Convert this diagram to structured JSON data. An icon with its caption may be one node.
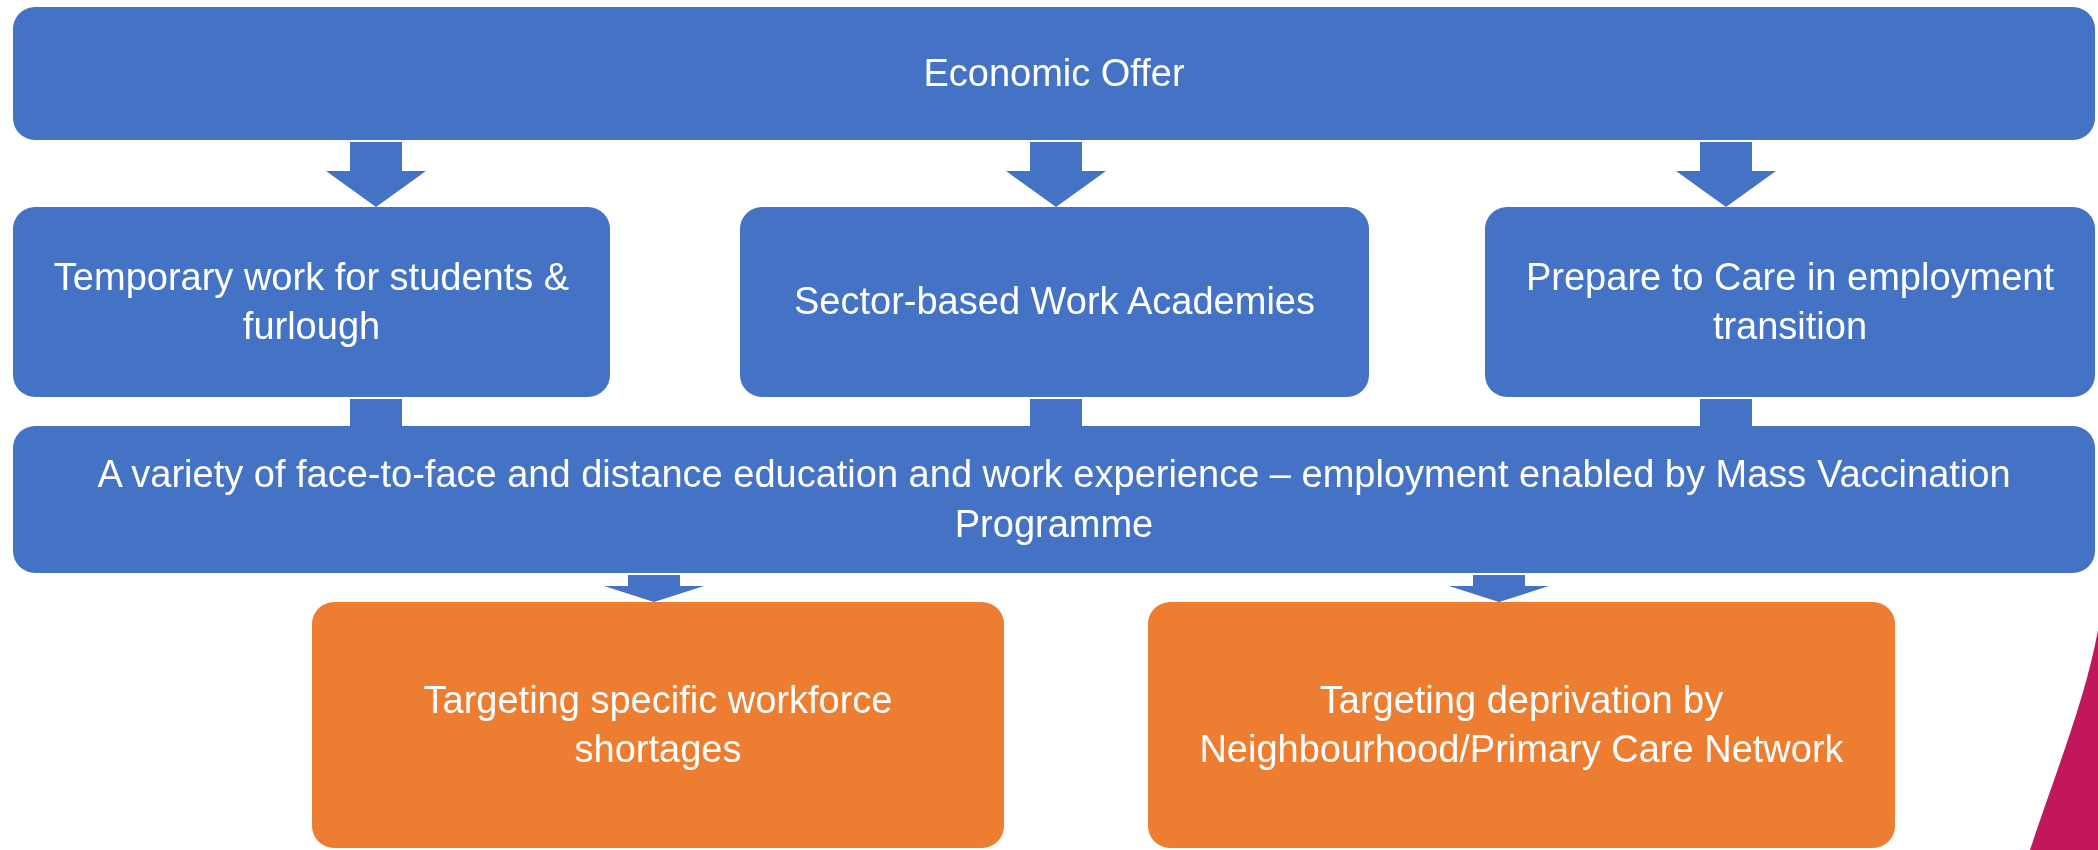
{
  "diagram": {
    "nodes": [
      {
        "text": [
          "Economic Offer"
        ]
      },
      {
        "text": [
          "Temporary work for students & furlough"
        ]
      },
      {
        "text": [
          "Sector-based Work Academies"
        ]
      },
      {
        "text": [
          "Prepare to Care in employment transition"
        ]
      },
      {
        "text": [
          "A variety of face-to-face and distance education and work experience – employment enabled by Mass Vaccination Programme"
        ]
      },
      {
        "text": [
          "Targeting specific workforce shortages"
        ]
      },
      {
        "text": [
          "Targeting deprivation by Neighbourhood/Primary Care Network"
        ]
      }
    ],
    "edges": [
      {
        "from": 0,
        "to": 1,
        "arrow": "to"
      },
      {
        "from": 0,
        "to": 2,
        "arrow": "to"
      },
      {
        "from": 0,
        "to": 3,
        "arrow": "to"
      },
      {
        "from": 1,
        "to": 4,
        "arrow": "none"
      },
      {
        "from": 2,
        "to": 4,
        "arrow": "none"
      },
      {
        "from": 3,
        "to": 4,
        "arrow": "none"
      },
      {
        "from": 4,
        "to": 5,
        "arrow": "to"
      },
      {
        "from": 4,
        "to": 6,
        "arrow": "to"
      }
    ]
  }
}
